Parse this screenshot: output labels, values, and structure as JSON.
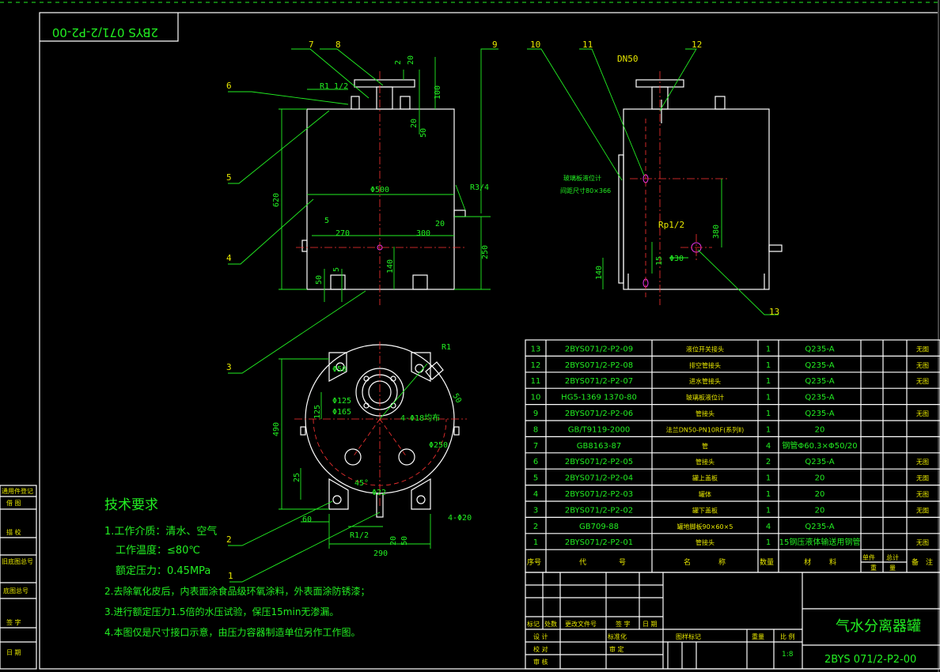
{
  "drawing_code_rotated": "2BYS 071/2-P2-00",
  "tech": {
    "title": "技术要求",
    "lines": [
      "1.工作介质：清水、空气",
      "工作温度：≤80℃",
      "额定压力：0.45MPa",
      "2.去除氧化皮后，内表面涂食品级环氧涂料，外表面涂防锈漆；",
      "3.进行额定压力1.5倍的水压试验，保压15min无渗漏。",
      "4.本图仅是尺寸接口示意，由压力容器制造单位另作工作图。"
    ]
  },
  "balloons": [
    "7",
    "8",
    "9",
    "6",
    "5",
    "4",
    "3",
    "2",
    "1",
    "10",
    "11",
    "12",
    "13"
  ],
  "front_dims": [
    "R1 1/2",
    "2",
    "20",
    "100",
    "20",
    "50",
    "620",
    "Φ500",
    "R3/4",
    "20",
    "5",
    "270",
    "300",
    "250",
    "140",
    "50",
    "5"
  ],
  "side_dims": [
    "DN50",
    "玻璃板液位计",
    "间距尺寸80×366",
    "Rp1/2",
    "380",
    "Φ30",
    "15",
    "140"
  ],
  "top_dims": [
    "R1",
    "Φ50",
    "Φ125",
    "Φ165",
    "4-Φ18均布",
    "Φ250",
    "125",
    "490",
    "25",
    "45°",
    "Φ22",
    "60",
    "R1/2",
    "20",
    "50",
    "290",
    "4-Φ20",
    "50"
  ],
  "bom": {
    "rows": [
      [
        "13",
        "2BYS071/2-P2-09",
        "液位开关接头",
        "1",
        "Q235-A",
        "",
        "",
        "无图"
      ],
      [
        "12",
        "2BYS071/2-P2-08",
        "排空管接头",
        "1",
        "Q235-A",
        "",
        "",
        "无图"
      ],
      [
        "11",
        "2BYS071/2-P2-07",
        "进水管接头",
        "1",
        "Q235-A",
        "",
        "",
        "无图"
      ],
      [
        "10",
        "HG5-1369 1370-80",
        "玻璃板液位计",
        "1",
        "Q235-A",
        "",
        "",
        ""
      ],
      [
        "9",
        "2BYS071/2-P2-06",
        "管接头",
        "1",
        "Q235-A",
        "",
        "",
        "无图"
      ],
      [
        "8",
        "GB/T9119-2000",
        "法兰DN50-PN10RF(系列Ⅱ)",
        "1",
        "20",
        "",
        "",
        ""
      ],
      [
        "7",
        "GB8163-87",
        "管",
        "4",
        "钢管Φ60.3×Φ50/20",
        "",
        "",
        ""
      ],
      [
        "6",
        "2BYS071/2-P2-05",
        "管接头",
        "2",
        "Q235-A",
        "",
        "",
        "无图"
      ],
      [
        "5",
        "2BYS071/2-P2-04",
        "罐上盖板",
        "1",
        "20",
        "",
        "",
        "无图"
      ],
      [
        "4",
        "2BYS071/2-P2-03",
        "罐体",
        "1",
        "20",
        "",
        "",
        "无图"
      ],
      [
        "3",
        "2BYS071/2-P2-02",
        "罐下盖板",
        "1",
        "20",
        "",
        "",
        "无图"
      ],
      [
        "2",
        "GB709-88",
        "罐地脚板90×60×5",
        "4",
        "Q235-A",
        "",
        "",
        ""
      ],
      [
        "1",
        "2BYS071/2-P2-01",
        "管接头",
        "1",
        "15钢压液体输送用钢管",
        "",
        "",
        "无图"
      ]
    ],
    "header": [
      "序号",
      "代",
      "号",
      "名",
      "称",
      "数量",
      "材",
      "料",
      "单件",
      "总计",
      "重",
      "量",
      "备",
      "注"
    ]
  },
  "title_block": {
    "part_name": "气水分离器罐",
    "code": "2BYS 071/2-P2-00",
    "scale_label": "比 例",
    "scale": "1:8",
    "weight_label": "重量",
    "stage_label": "图样标记",
    "headers": [
      "标记",
      "处数",
      "更改文件号",
      "签 字",
      "日 期"
    ],
    "rows": [
      "设 计",
      "校 对",
      "审 核"
    ],
    "cols2": [
      "标准化",
      "审 定"
    ]
  },
  "left_strip": [
    "通用件登记",
    "借 图",
    "描 校",
    "旧底图总号",
    "底图总号",
    "签 字",
    "日 期"
  ]
}
